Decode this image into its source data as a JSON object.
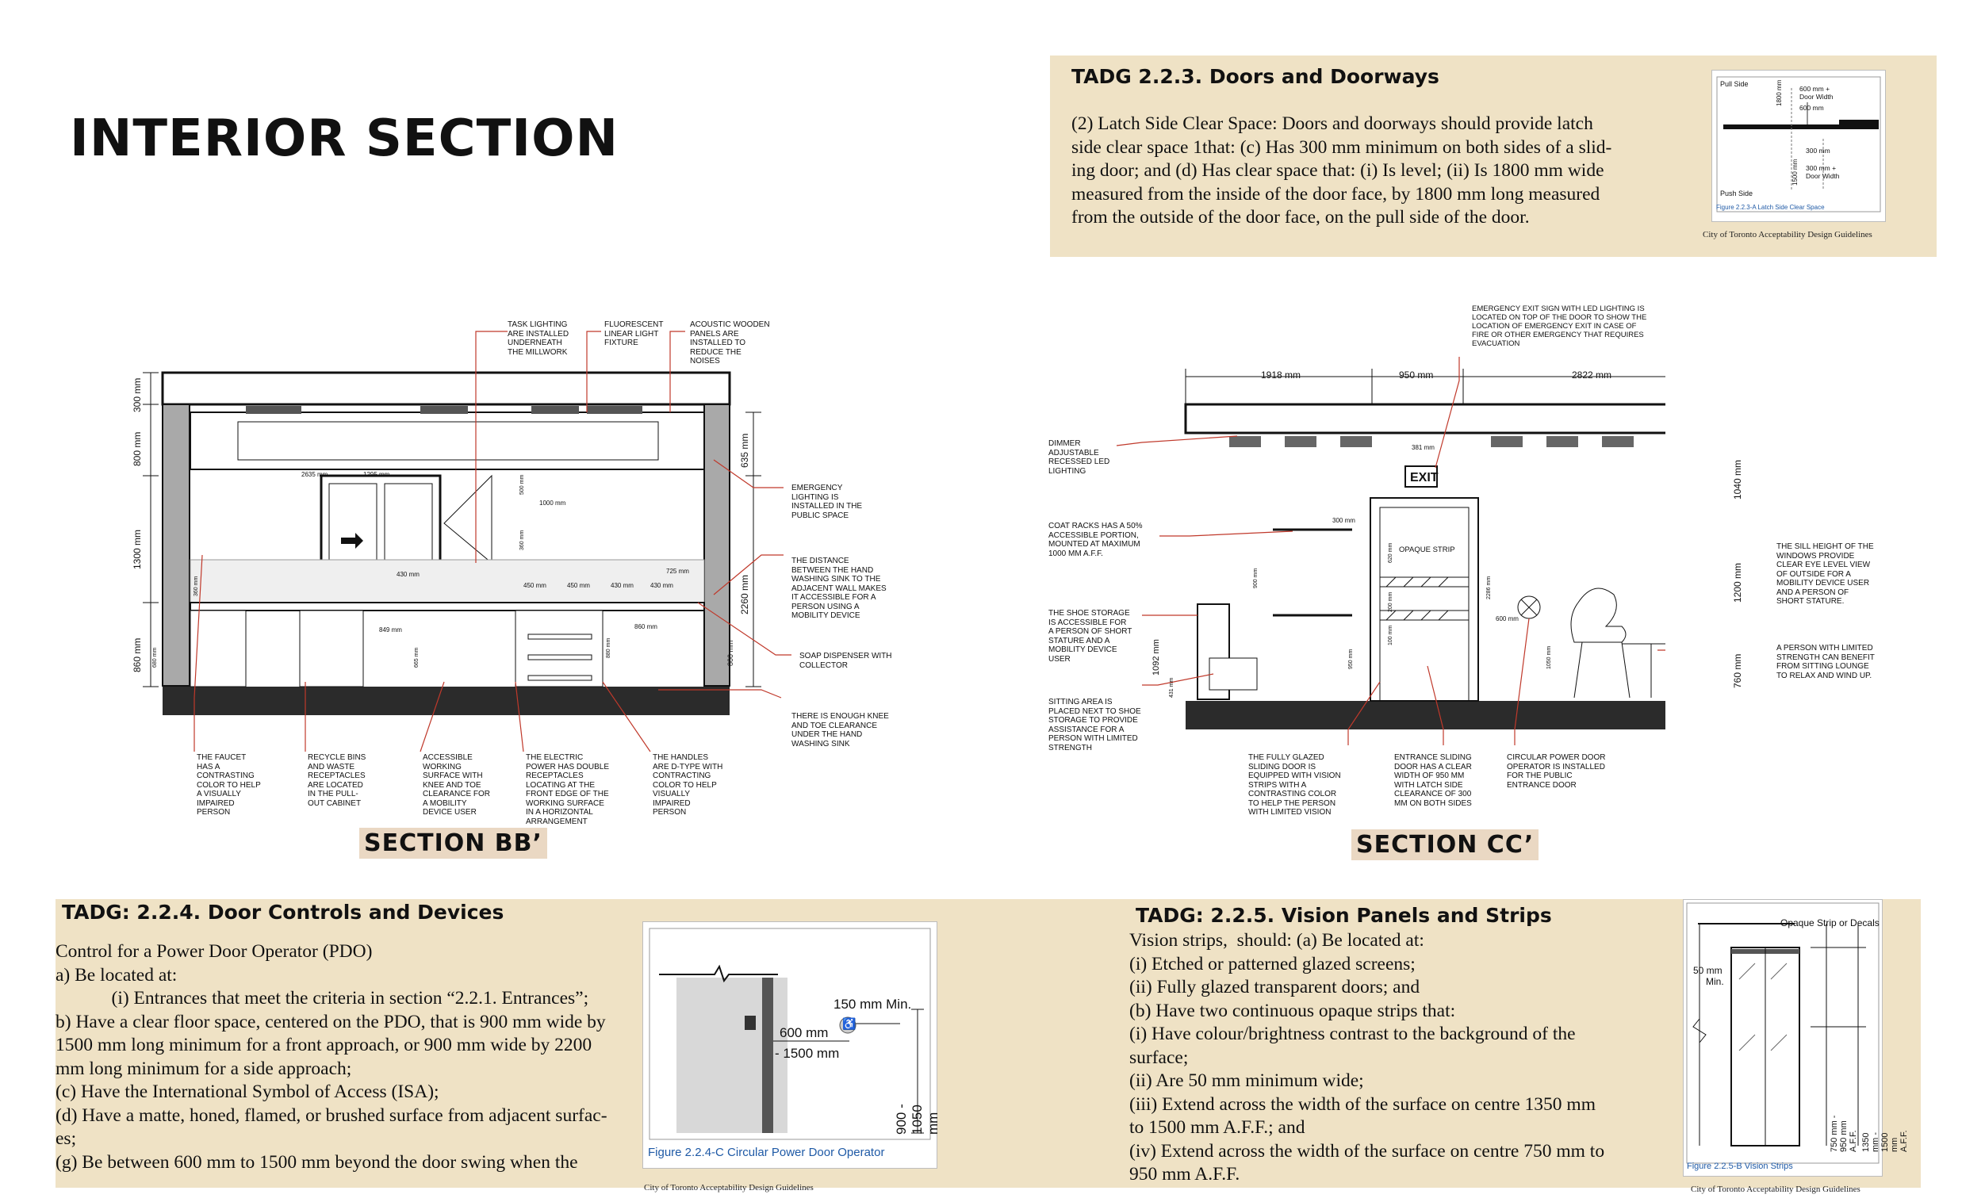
{
  "page_title": "INTERIOR SECTION",
  "doors_panel": {
    "heading": "TADG 2.2.3. Doors and Doorways",
    "body_lines": [
      "(2) Latch Side Clear Space: Doors and doorways should provide latch",
      "side clear space 1that: (c) Has 300 mm minimum on both sides of a slid-",
      "ing door; and (d) Has clear space that: (i) Is level; (ii) Is 1800 mm wide",
      "measured from the inside of the door face, by 1800 mm long measured",
      "from the outside of the door face, on the pull side of the door."
    ],
    "figure": {
      "pull_side": "Pull Side",
      "push_side": "Push Side",
      "dim_1800": "1800 mm",
      "dim_1500": "1500 mm",
      "label_600_plus": "600 mm +",
      "label_door_width_a": "Door Width",
      "label_600": "600 mm",
      "label_300": "300 mm",
      "label_300_plus": "300 mm +",
      "label_door_width_b": "Door Width",
      "caption": "Figure 2.2.3-A Latch Side Clear Space"
    },
    "source": "City of Toronto Acceptability Design Guidelines"
  },
  "section_bb": {
    "label": "SECTION BB’",
    "dims_left": [
      "300 mm",
      "800 mm",
      "1300 mm",
      "860 mm"
    ],
    "dims_right": [
      "635 mm",
      "2260 mm",
      "800 mm"
    ],
    "dims_inner": [
      "2635 mm",
      "1295 mm",
      "500 mm",
      "1000 mm",
      "360 mm",
      "430 mm",
      "725 mm",
      "450 mm",
      "450 mm",
      "430 mm",
      "430 mm",
      "860 mm",
      "849 mm",
      "665 mm",
      "680 mm",
      "360 mm",
      "880 mm"
    ],
    "top_notes": [
      [
        "TASK LIGHTING",
        "ARE INSTALLED",
        "UNDERNEATH",
        "THE MILLWORK"
      ],
      [
        "FLUORESCENT",
        "LINEAR LIGHT",
        "FIXTURE"
      ],
      [
        "ACOUSTIC WOODEN",
        "PANELS ARE",
        "INSTALLED TO",
        "REDUCE THE",
        "NOISES"
      ]
    ],
    "right_notes": [
      [
        "EMERGENCY",
        "LIGHTING IS",
        "INSTALLED IN THE",
        "PUBLIC SPACE"
      ],
      [
        "THE DISTANCE",
        "BETWEEN THE HAND",
        "WASHING SINK TO THE",
        "ADJACENT WALL MAKES",
        "IT ACCESSIBLE FOR A",
        "PERSON USING A",
        "MOBILITY DEVICE"
      ],
      [
        "SOAP DISPENSER WITH",
        "COLLECTOR"
      ],
      [
        "THERE IS ENOUGH KNEE",
        "AND TOE CLEARANCE",
        "UNDER THE HAND",
        "WASHING SINK"
      ]
    ],
    "bottom_notes": [
      [
        "THE FAUCET",
        "HAS A",
        "CONTRASTING",
        "COLOR TO HELP",
        "A VISUALLY",
        "IMPAIRED",
        "PERSON"
      ],
      [
        "RECYCLE BINS",
        "AND WASTE",
        "RECEPTACLES",
        "ARE LOCATED",
        "IN THE PULL-",
        "OUT CABINET"
      ],
      [
        "ACCESSIBLE",
        "WORKING",
        "SURFACE WITH",
        "KNEE AND TOE",
        "CLEARANCE FOR",
        "A MOBILITY",
        "DEVICE USER"
      ],
      [
        "THE ELECTRIC",
        "POWER  HAS DOUBLE",
        "RECEPTACLES",
        "LOCATING AT THE",
        "FRONT EDGE  OF THE",
        "WORKING SURFACE",
        "IN  A HORIZONTAL",
        "ARRANGEMENT"
      ],
      [
        "THE HANDLES",
        "ARE D-TYPE WITH",
        "CONTRACTING",
        "COLOR TO HELP",
        "VISUALLY",
        "IMPAIRED",
        "PERSON"
      ]
    ]
  },
  "section_cc": {
    "label": "SECTION CC’",
    "dims_top": [
      "1918 mm",
      "950 mm",
      "2822 mm"
    ],
    "dims_right": [
      "1040 mm",
      "1200 mm",
      "760 mm"
    ],
    "dims_inner": [
      "381 mm",
      "300 mm",
      "620 mm",
      "900 mm",
      "200 mm",
      "100 mm",
      "950 mm",
      "2286 mm",
      "600 mm",
      "1050 mm",
      "1092 mm",
      "431 mm"
    ],
    "exit_sign": "EXIT",
    "opaque_strip": "OPAQUE STRIP",
    "top_note": [
      "EMERGENCY EXIT SIGN WITH LED LIGHTING IS",
      "LOCATED ON TOP OF THE DOOR TO SHOW THE",
      "LOCATION OF EMERGENCY EXIT IN CASE OF",
      "FIRE OR OTHER EMERGENCY THAT REQUIRES",
      "EVACUATION"
    ],
    "left_notes": [
      [
        "DIMMER",
        "ADJUSTABLE",
        "RECESSED LED",
        "LIGHTING"
      ],
      [
        "COAT RACKS HAS A 50%",
        "ACCESSIBLE PORTION,",
        "MOUNTED AT MAXIMUM",
        "1000 MM A.F.F."
      ],
      [
        "THE SHOE STORAGE",
        "IS ACCESSIBLE FOR",
        "A PERSON OF SHORT",
        "STATURE AND A",
        "MOBILITY DEVICE",
        "USER"
      ],
      [
        "SITTING AREA IS",
        "PLACED NEXT TO SHOE",
        "STORAGE TO PROVIDE",
        "ASSISTANCE FOR A",
        "PERSON WITH LIMITED",
        "STRENGTH"
      ]
    ],
    "right_notes": [
      [
        "THE SILL HEIGHT OF THE",
        "WINDOWS PROVIDE",
        "CLEAR EYE LEVEL VIEW",
        "OF OUTSIDE FOR A",
        "MOBILITY DEVICE USER",
        "AND A PERSON OF",
        "SHORT STATURE."
      ],
      [
        "A PERSON WITH LIMITED",
        "STRENGTH CAN BENEFIT",
        "FROM SITTING LOUNGE",
        "TO RELAX AND WIND UP."
      ]
    ],
    "bottom_notes": [
      [
        "THE FULLY GLAZED",
        "SLIDING DOOR IS",
        "EQUIPPED WITH VISION",
        "STRIPS WITH A",
        "CONTRASTING COLOR",
        "TO HELP THE PERSON",
        "WITH LIMITED VISION"
      ],
      [
        "ENTRANCE SLIDING",
        "DOOR HAS A CLEAR",
        "WIDTH OF 950 MM",
        "WITH LATCH SIDE",
        "CLEARANCE OF 300",
        "MM ON BOTH SIDES"
      ],
      [
        "CIRCULAR POWER DOOR",
        "OPERATOR IS INSTALLED",
        "FOR THE PUBLIC",
        "ENTRANCE DOOR"
      ]
    ]
  },
  "controls_panel": {
    "heading": "TADG: 2.2.4. Door Controls and Devices",
    "body_lines": [
      "Control for a Power Door Operator (PDO)",
      "a) Be located at:",
      "            (i) Entrances that meet the criteria in section “2.2.1. Entrances”;",
      "b) Have a clear floor space, centered on the PDO, that is 900 mm wide by",
      "1500 mm long minimum for a front approach, or 900 mm wide by 2200",
      "mm long minimum for a side approach;",
      "(c) Have the International Symbol of Access (ISA);",
      "(d) Have a matte, honed, flamed, or brushed surface from adjacent surfac-",
      "es;",
      "(g) Be between 600 mm to 1500 mm beyond the door swing when the"
    ],
    "figure": {
      "label_150": "150 mm Min.",
      "label_600": "600 mm",
      "label_1500": "- 1500 mm",
      "label_height": "900 - 1050 mm",
      "caption": "Figure 2.2.4-C Circular Power Door Operator"
    },
    "source": "City of Toronto Acceptability Design Guidelines"
  },
  "vision_panel": {
    "heading": "TADG: 2.2.5. Vision Panels and Strips",
    "body_lines": [
      "Vision strips,  should: (a) Be located at:",
      "(i) Etched or patterned glazed screens;",
      "(ii) Fully glazed transparent doors; and",
      "(b) Have two continuous opaque strips that:",
      "(i) Have colour/brightness contrast to the background of the",
      "surface;",
      "(ii) Are 50 mm minimum wide;",
      "(iii) Extend across the width of the surface on centre 1350 mm",
      "to 1500 mm A.F.F.; and",
      "(iv) Extend across the width of the surface on centre 750 mm to",
      "950 mm A.F.F."
    ],
    "figure": {
      "label_opaque": "Opaque Strip or Decals",
      "label_50": "50 mm",
      "label_min": "Min.",
      "label_750": "750 mm - 950 mm A.F.F.",
      "label_1350": "1350 mm - 1500 mm A.F.F.",
      "caption": "Figure 2.2.5-B Vision Strips"
    },
    "source": "City of Toronto Acceptability Design Guidelines"
  },
  "colors": {
    "panel": "#efe2c5",
    "label_bg": "#ead8c3",
    "leader": "#c0392b",
    "wall": "#a9a9a9",
    "floor": "#2b2b2b",
    "caption": "#1f5aa6"
  }
}
